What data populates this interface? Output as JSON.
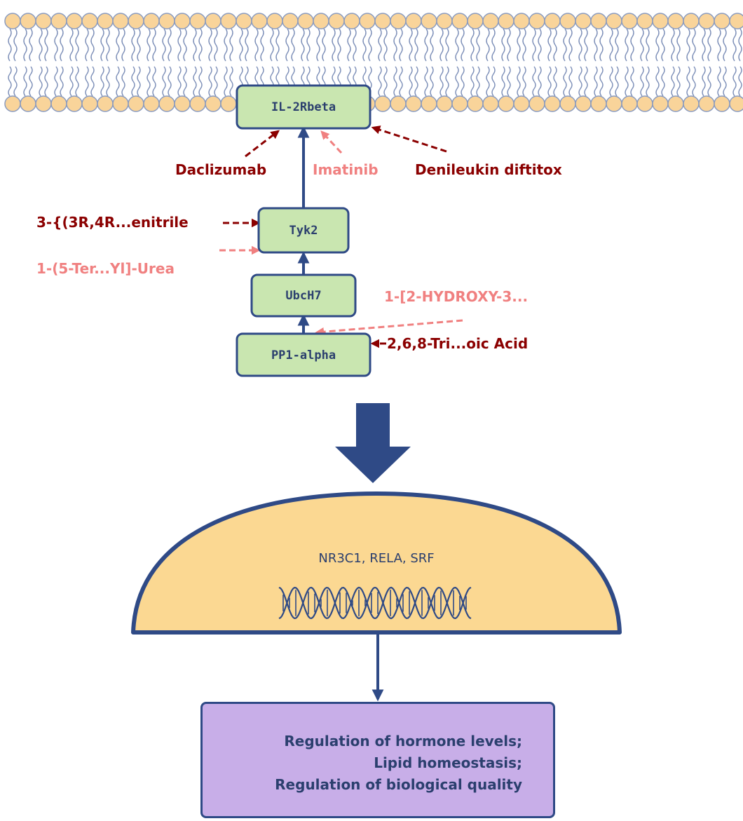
{
  "nodes": {
    "receptor": "IL-2Rbeta",
    "tyk2": "Tyk2",
    "ubch7": "UbcH7",
    "pp1": "PP1-alpha"
  },
  "drugs": {
    "daclizumab": "Daclizumab",
    "imatinib": "Imatinib",
    "denileukin": "Denileukin diftitox",
    "tyk2_inhibitor_dark": "3-{(3R,4R...enitrile",
    "tyk2_inhibitor_light": "1-(5-Ter...Yl]-Urea",
    "pp1_inhibitor_light": "1-[2-HYDROXY-3...",
    "pp1_inhibitor_dark": "2,6,8-Tri...oic Acid"
  },
  "nucleus": {
    "transcription_factors": "NR3C1, RELA, SRF"
  },
  "outcome": {
    "lines": [
      "Regulation of hormone levels;",
      "Lipid homeostasis;",
      "Regulation of biological quality"
    ]
  },
  "colors": {
    "node_fill": "#c9e6b0",
    "node_border": "#2f4a86",
    "pathway_arrow": "#2f4a86",
    "inhibitor_dark": "#8b0000",
    "inhibitor_light": "#f08080",
    "membrane_head": "#f9d49a",
    "nucleus_fill": "#fbd892",
    "outcome_fill": "#c8aee8"
  }
}
